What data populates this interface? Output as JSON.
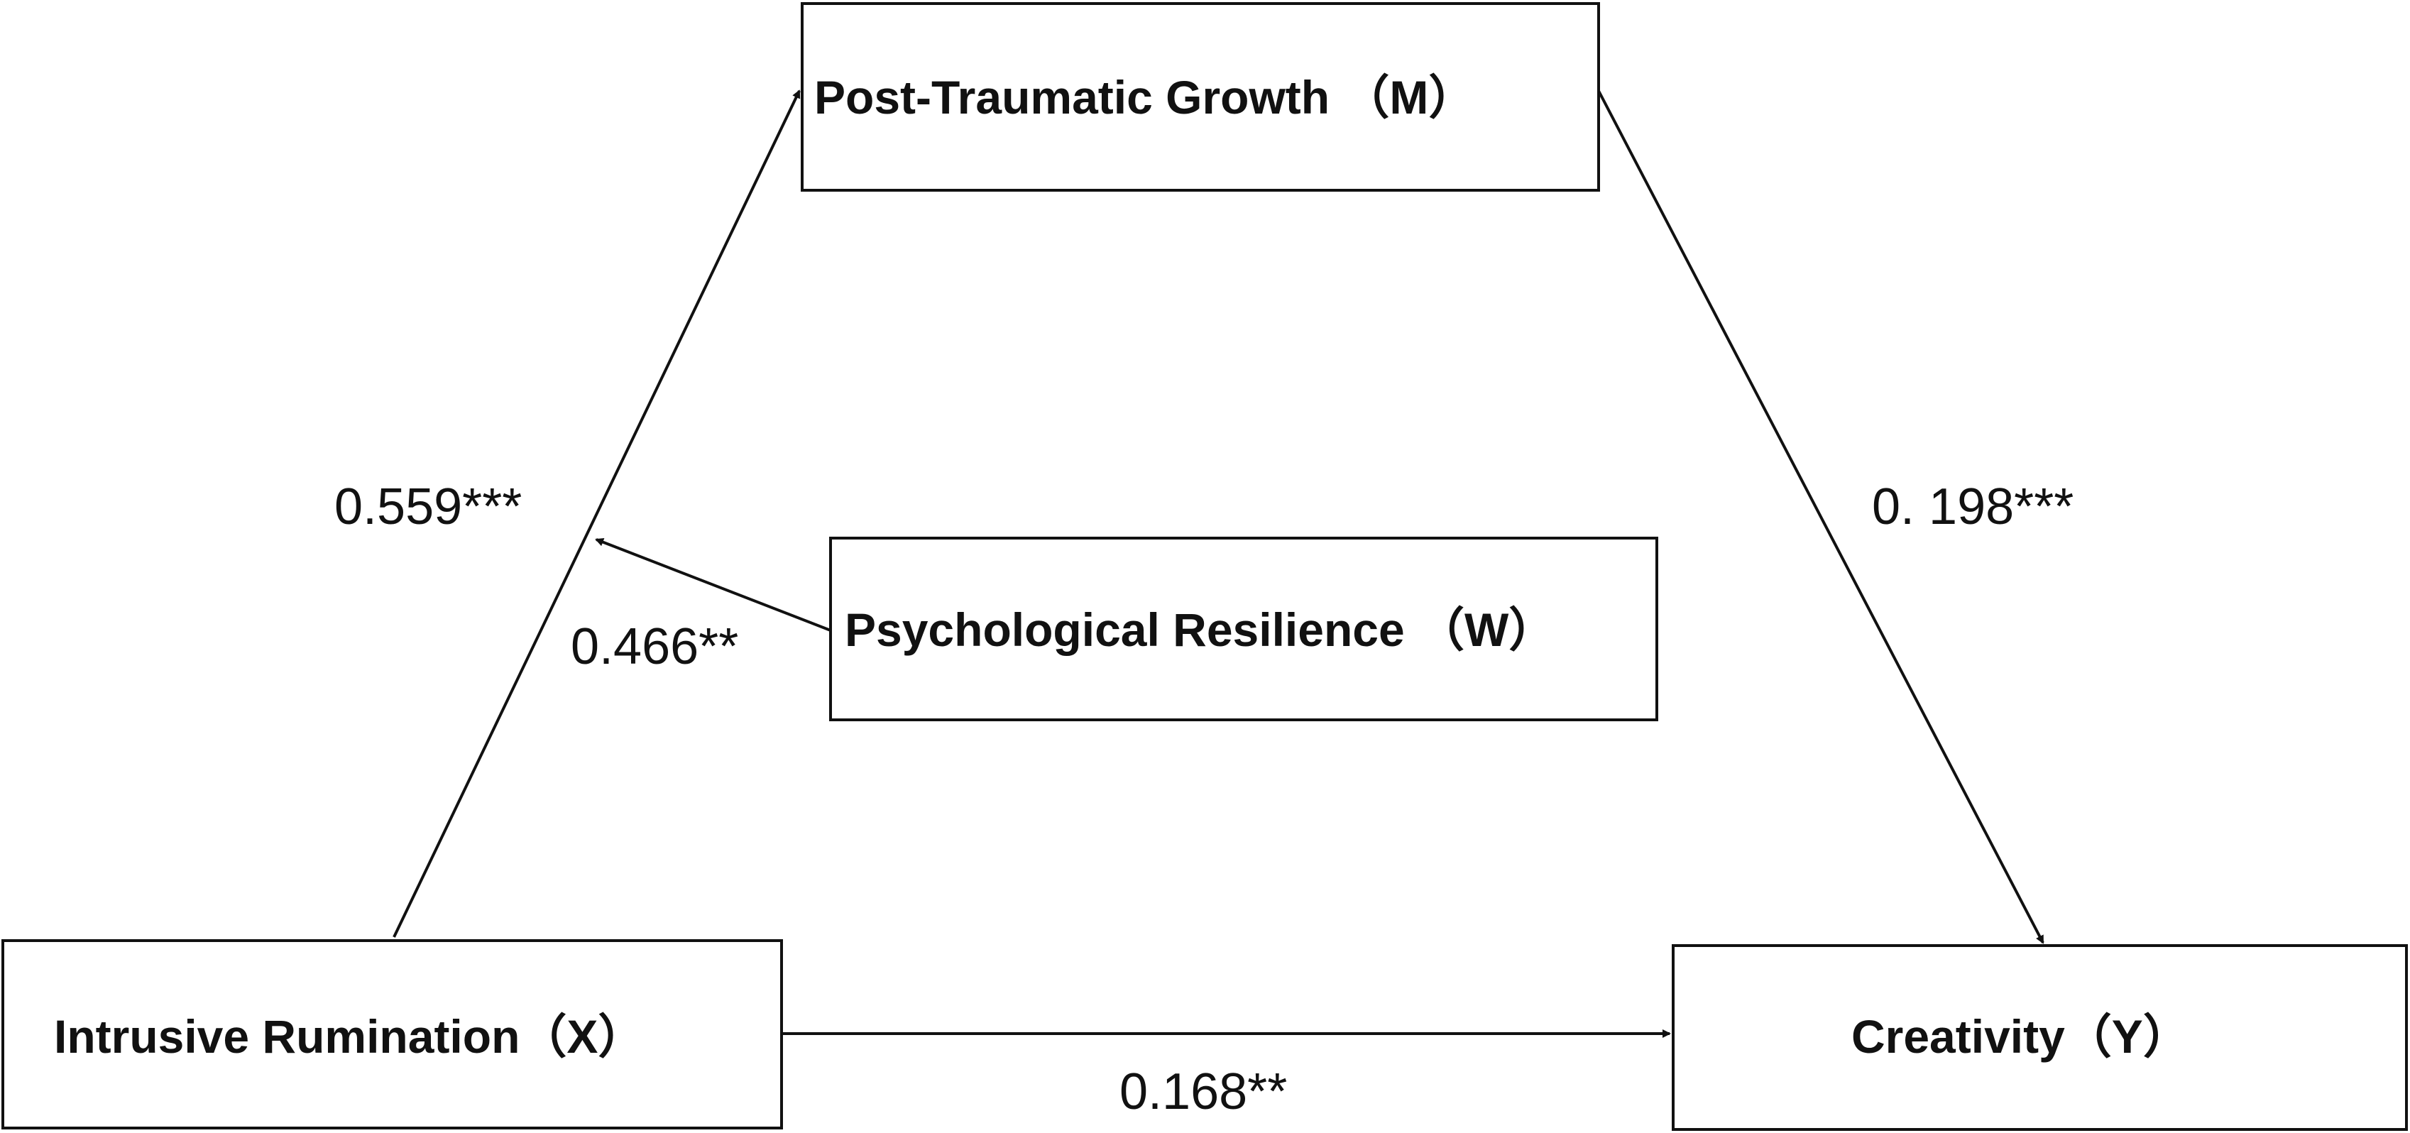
{
  "nodes": {
    "mediator": {
      "label": "Post-Traumatic Growth （M）"
    },
    "moderator": {
      "label": "Psychological Resilience （W）"
    },
    "independent": {
      "label": "Intrusive Rumination（X）"
    },
    "dependent": {
      "label": "Creativity（Y）"
    }
  },
  "paths": {
    "x_to_m": {
      "coefficient": "0.559***"
    },
    "m_to_y": {
      "coefficient": "0. 198***"
    },
    "w_to_xm": {
      "coefficient": "0.466**"
    },
    "x_to_y": {
      "coefficient": "0.168**"
    }
  },
  "colors": {
    "stroke": "#111111",
    "background": "#ffffff"
  }
}
